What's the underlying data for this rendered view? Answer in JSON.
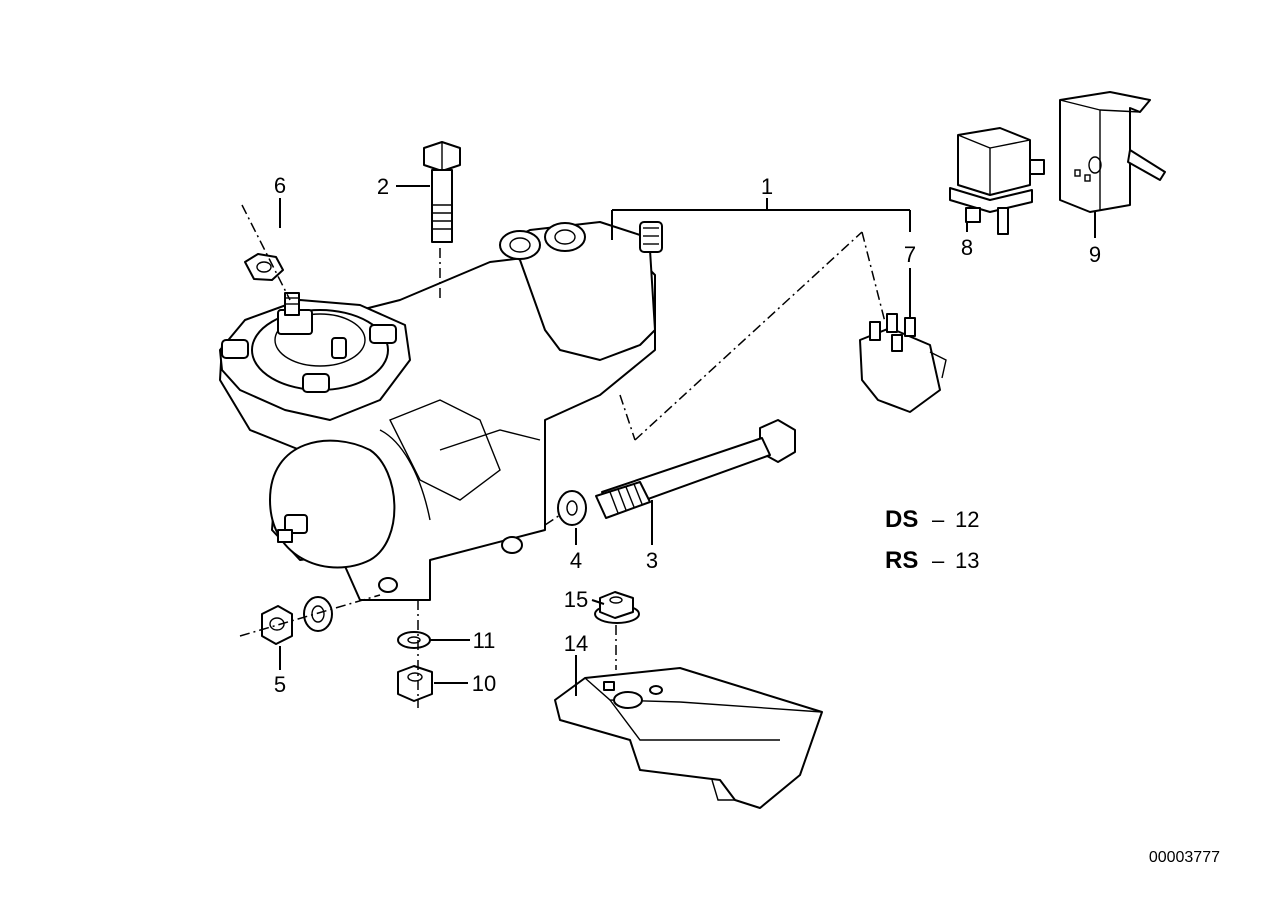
{
  "callouts": {
    "c1": "1",
    "c2": "2",
    "c3": "3",
    "c4": "4",
    "c5": "5",
    "c6": "6",
    "c7": "7",
    "c8": "8",
    "c9": "9",
    "c10": "10",
    "c11": "11",
    "c14": "14",
    "c15": "15"
  },
  "codes": {
    "ds_label": "DS",
    "ds_dash": "–",
    "ds_value": "12",
    "rs_label": "RS",
    "rs_dash": "–",
    "rs_value": "13"
  },
  "document_number": "00003777"
}
